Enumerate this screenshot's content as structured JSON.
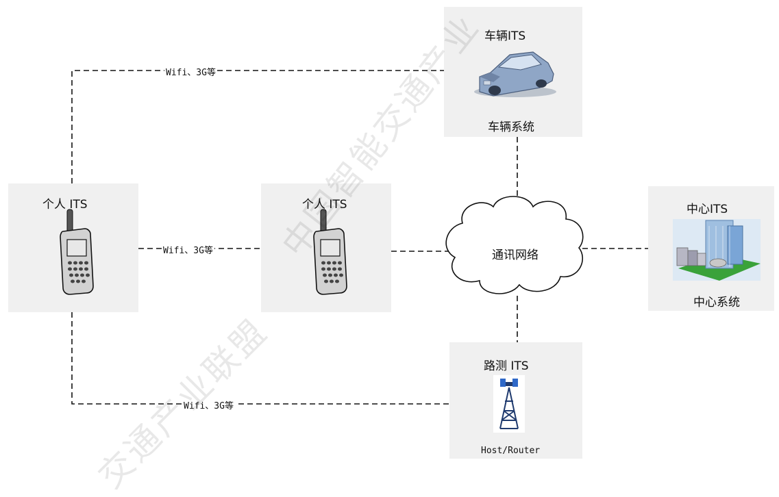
{
  "nodes": {
    "personal_left": {
      "title": "个人 ITS"
    },
    "personal_center": {
      "title": "个人 ITS"
    },
    "vehicle": {
      "title": "车辆ITS",
      "caption": "车辆系统"
    },
    "center": {
      "title": "中心ITS",
      "caption": "中心系统"
    },
    "roadside": {
      "title": "路测 ITS",
      "caption": "Host/Router"
    },
    "network": {
      "label": "通讯网络"
    }
  },
  "connections": {
    "top": "Wifi、3G等",
    "middle": "Wifi、3G等",
    "bottom": "Wifi、3G等"
  },
  "watermark": {
    "text_1": "中国智能交通产业",
    "text_2": "交通产业联盟"
  }
}
